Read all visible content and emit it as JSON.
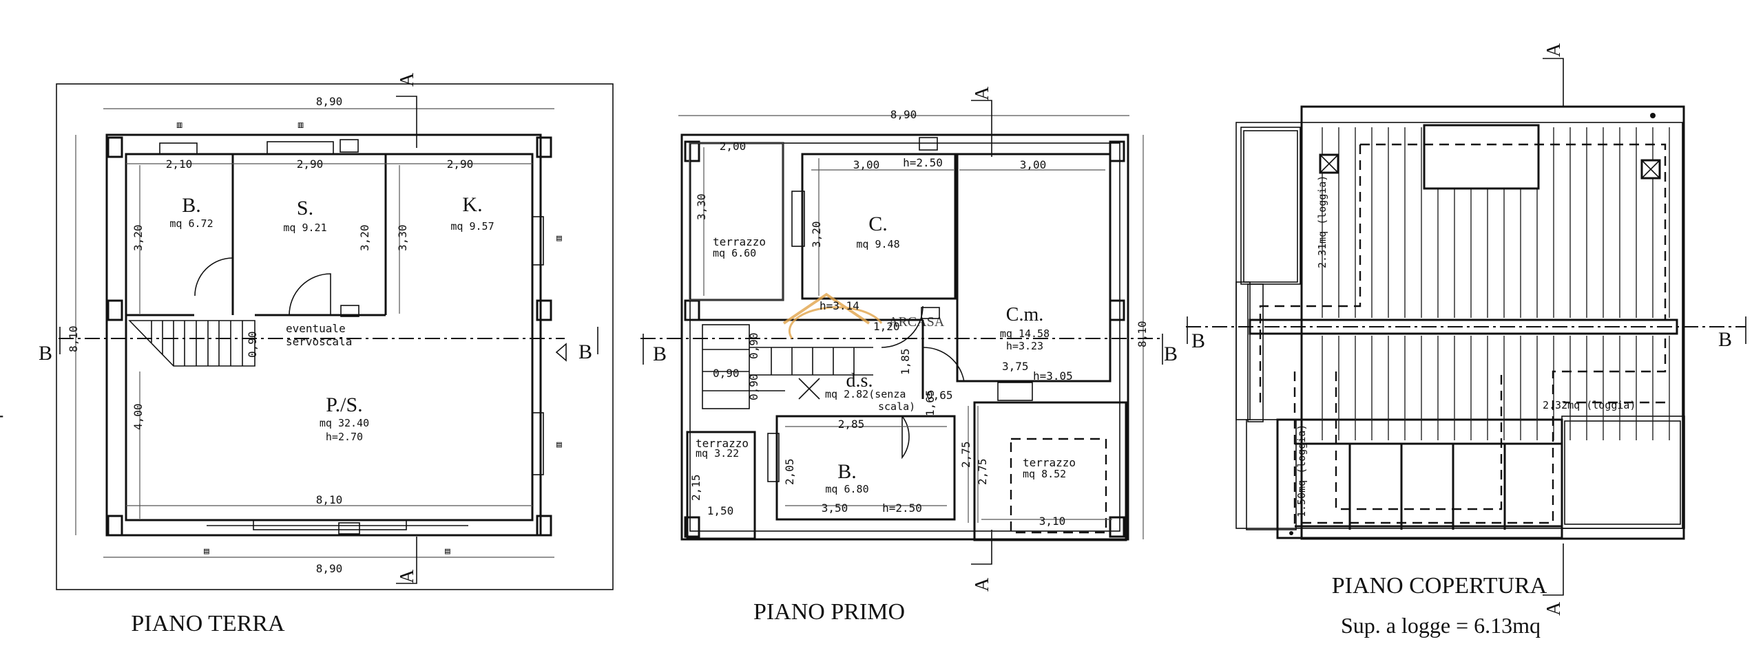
{
  "watermark": {
    "text": "ARCASA",
    "color": "#e2a44a"
  },
  "colors": {
    "line": "#111111",
    "background": "#ffffff"
  },
  "plans": {
    "terra": {
      "title": "PIANO TERRA",
      "dims": {
        "top_overall": "8,90",
        "bottom_overall": "8,90",
        "bottom_inner": "8,10",
        "left_overall": "8,10",
        "w1": "2,10",
        "w2": "2,90",
        "w3": "2,90",
        "h1": "3,20",
        "h2": "3,20",
        "h3": "3,30",
        "h4": "4,00",
        "stair": "0,90"
      },
      "rooms": [
        {
          "name": "B.",
          "area": "mq 6.72"
        },
        {
          "name": "S.",
          "area": "mq 9.21"
        },
        {
          "name": "K.",
          "area": "mq 9.57"
        },
        {
          "name": "P./S.",
          "area": "mq 32.40",
          "height": "h=2.70"
        }
      ],
      "note_1": "eventuale",
      "note_2": "servoscala",
      "section_a": "A",
      "section_b": "B"
    },
    "primo": {
      "title": "PIANO PRIMO",
      "dims": {
        "top_overall": "8,90",
        "left_overall": "8,10",
        "d_200": "2,00",
        "d_330": "3,30",
        "d_300a": "3,00",
        "h_250": "h=2.50",
        "d_300b": "3,00",
        "d_320": "3,20",
        "h_314": "h=3.14",
        "d_120": "1,20",
        "d_375": "3,75",
        "h_305": "h=3.05",
        "d_090a": "0,90",
        "d_090b": "0,90",
        "d_090c": "0,90",
        "d_185": "1,85",
        "d_165": "1,65",
        "d_065": "0,65",
        "d_285": "2,85",
        "d_205": "2,05",
        "d_215": "2,15",
        "d_150": "1,50",
        "d_350": "3,50",
        "h_250b": "h=2.50",
        "d_275a": "2,75",
        "d_275b": "2,75",
        "d_310": "3,10"
      },
      "rooms": [
        {
          "name": "terrazzo",
          "area": "mq 6.60"
        },
        {
          "name": "C.",
          "area": "mq 9.48"
        },
        {
          "name": "C.m.",
          "area": "mq 14.58",
          "height": "h=3.23"
        },
        {
          "name": "d.s.",
          "area": "mq 2.82(senza",
          "extra": "scala)"
        },
        {
          "name": "terrazzo",
          "area": "mq 3.22"
        },
        {
          "name": "B.",
          "area": "mq 6.80"
        },
        {
          "name": "terrazzo",
          "area": "mq 8.52"
        }
      ],
      "section_a": "A",
      "section_b": "B"
    },
    "copertura": {
      "title": "PIANO COPERTURA",
      "subtitle": "Sup. a logge = 6.13mq",
      "loggia_1": "2.31mq (loggia)",
      "loggia_2": "2.32mq (loggia)",
      "loggia_3": "1.50mq (loggia)",
      "section_a": "A",
      "section_b": "B"
    }
  }
}
